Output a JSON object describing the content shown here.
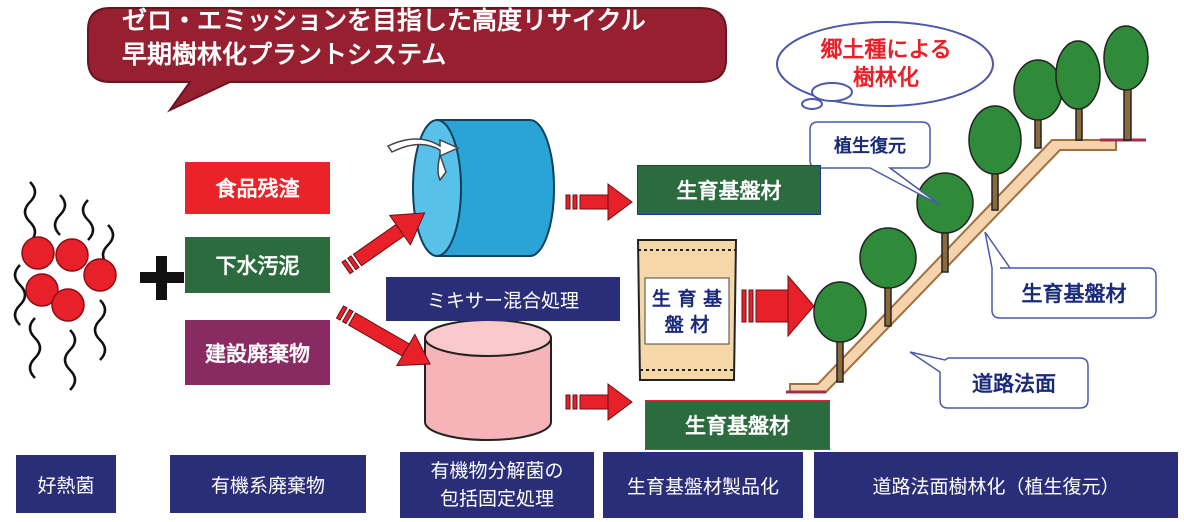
{
  "title": {
    "line1": "ゼロ・エミッションを目指した高度リサイクル",
    "line2": "早期樹林化プラントシステム"
  },
  "cloud": {
    "line1": "郷土種による",
    "line2": "樹林化"
  },
  "inputs": {
    "food": "食品残渣",
    "sewage": "下水汚泥",
    "construction": "建設廃棄物"
  },
  "outputs": {
    "top": "生育基盤材",
    "bottom": "生育基盤材"
  },
  "mixer_label": "ミキサー混合処理",
  "bag_label": {
    "line1": "生 育 基",
    "line2": "盤 材"
  },
  "callouts": {
    "revegetation": "植生復元",
    "material": "生育基盤材",
    "slope": "道路法面"
  },
  "bottom_labels": {
    "bacteria": "好熱菌",
    "organic_waste": "有機系廃棄物",
    "fixation_line1": "有機物分解菌の",
    "fixation_line2": "包括固定処理",
    "product": "生育基盤材製品化",
    "afforestation": "道路法面樹林化（植生復元）"
  },
  "colors": {
    "title_bubble": "#962030",
    "red": "#ea2328",
    "green": "#2b6b3e",
    "purple": "#8a2a62",
    "navy": "#2a2e78",
    "drum_blue": "#2aa3d6",
    "tank_pink": "#f6b4b8",
    "slope": "#f5d3ad",
    "tree": "#2f8a3a"
  },
  "icons": [
    "plus-icon",
    "rotation-arrow-icon",
    "bacteria-icon",
    "tree-icon"
  ]
}
